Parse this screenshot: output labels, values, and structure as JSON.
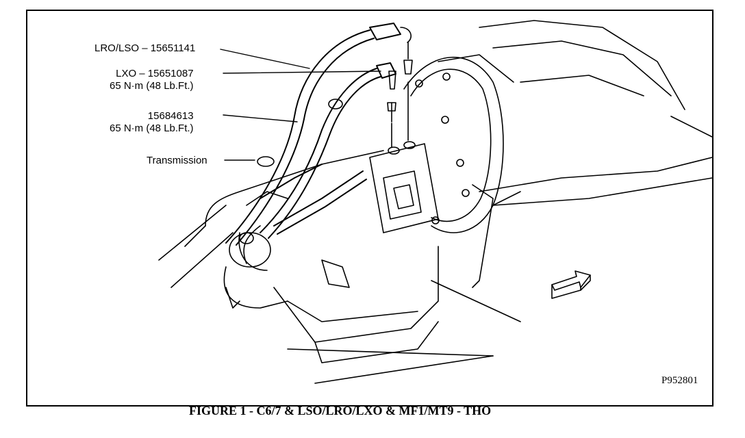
{
  "callouts": {
    "lro": {
      "line1": "LRO/LSO – 15651141"
    },
    "lxo": {
      "line1": "LXO – 15651087",
      "line2": "65 N·m (48 Lb.Ft.)"
    },
    "p156": {
      "line1": "15684613",
      "line2": "65 N·m (48 Lb.Ft.)"
    },
    "transmission": {
      "line1": "Transmission"
    }
  },
  "drawing_id": "P952801",
  "caption": "FIGURE 1 - C6/7 & LSO/LRO/LXO & MF1/MT9 - THO"
}
